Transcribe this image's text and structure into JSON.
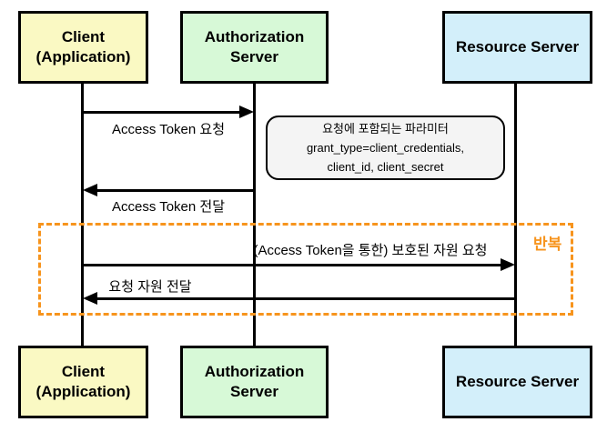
{
  "actors": {
    "client": {
      "line1": "Client",
      "line2": "(Application)"
    },
    "auth": {
      "label": "Authorization Server"
    },
    "resource": {
      "label": "Resource Server"
    }
  },
  "messages": {
    "m1": "Access Token 요청",
    "m2": "Access Token 전달",
    "m3": "(Access Token을 통한) 보호된 자원 요청",
    "m4": "요청 자원 전달"
  },
  "note": {
    "line1": "요청에 포함되는 파라미터",
    "line2": "grant_type=client_credentials,",
    "line3": "client_id, client_secret"
  },
  "loop": {
    "label": "반복"
  },
  "colors": {
    "client_fill": "#faf9c3",
    "auth_fill": "#d7f9d7",
    "resource_fill": "#d3effa",
    "note_fill": "#f4f4f4",
    "loop_orange": "#f7941d",
    "line_black": "#000000"
  }
}
